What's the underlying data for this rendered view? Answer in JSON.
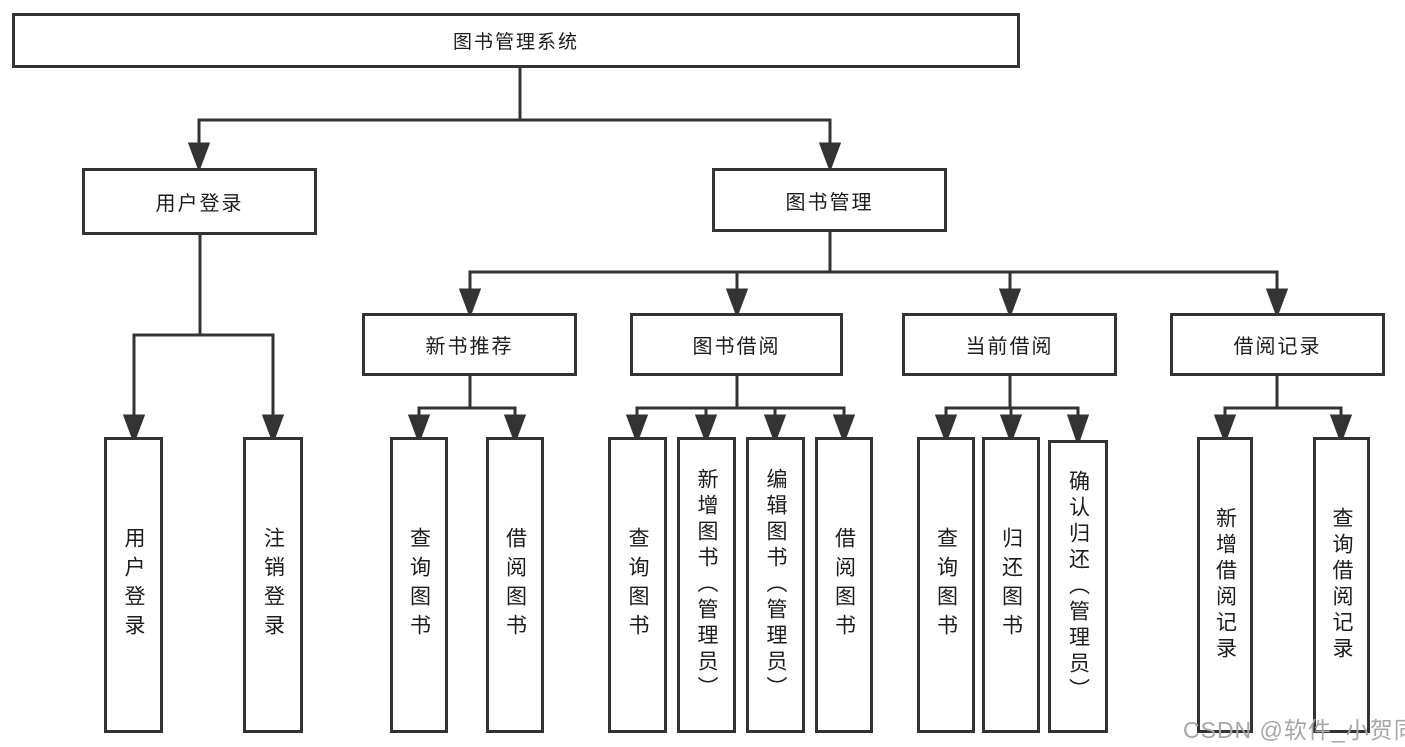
{
  "diagram_type": "hierarchy-tree",
  "tree": {
    "label": "图书管理系统",
    "children": [
      {
        "label": "用户登录",
        "children": [
          {
            "label": "用户登录"
          },
          {
            "label": "注销登录"
          }
        ]
      },
      {
        "label": "图书管理",
        "children": [
          {
            "label": "新书推荐",
            "children": [
              {
                "label": "查询图书"
              },
              {
                "label": "借阅图书"
              }
            ]
          },
          {
            "label": "图书借阅",
            "children": [
              {
                "label": "查询图书"
              },
              {
                "label": "新增图书（管理员）"
              },
              {
                "label": "编辑图书（管理员）"
              },
              {
                "label": "借阅图书"
              }
            ]
          },
          {
            "label": "当前借阅",
            "children": [
              {
                "label": "查询图书"
              },
              {
                "label": "归还图书"
              },
              {
                "label": "确认归还（管理员）"
              }
            ]
          },
          {
            "label": "借阅记录",
            "children": [
              {
                "label": "新增借阅记录"
              },
              {
                "label": "查询借阅记录"
              }
            ]
          }
        ]
      }
    ]
  },
  "watermark": {
    "text": "CSDN @软件_小贺同学",
    "color": "#a6a6a6"
  },
  "colors": {
    "background": "#ffffff",
    "line": "#333333",
    "box_border": "#333333",
    "text": "#1c1c1c"
  }
}
